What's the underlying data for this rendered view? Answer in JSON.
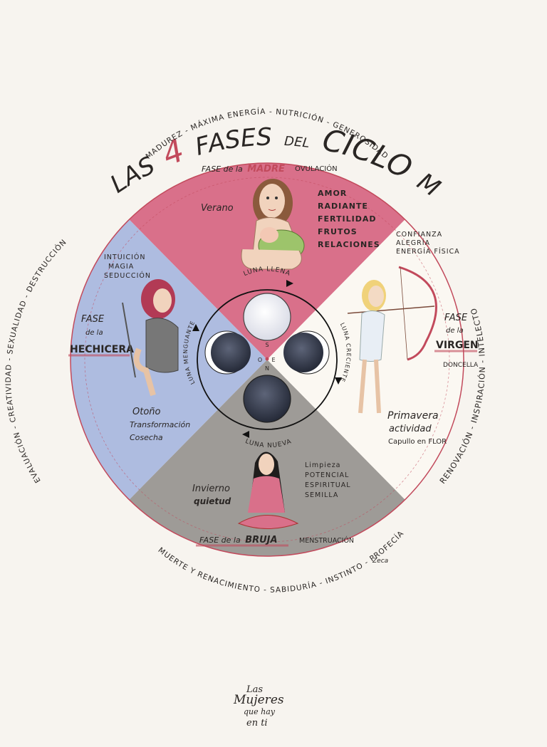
{
  "title": {
    "las": "LAS",
    "num": "4",
    "fases": "FASES",
    "del": "DEL",
    "ciclo": "CICLO",
    "menstrual": "MENSTRUAL"
  },
  "outer_ring": {
    "top": "MADUREZ - MÁXIMA ENERGÍA - NUTRICIÓN - GENEROSIDAD",
    "left": "EVALUACIÓN - CREATIVIDAD - SEXUALIDAD - DESTRUCCIÓN",
    "right": "RENOVACIÓN - INSPIRACIÓN - INTELECTO",
    "bottom": "MUERTE Y RENACIMIENTO - SABIDURÍA - INSTINTO - PROFECÍA"
  },
  "phases": {
    "madre": {
      "prefix": "FASE de la",
      "name": "MADRE",
      "event": "OVULACIÓN",
      "season": "Verano",
      "traits": [
        "AMOR",
        "RADIANTE",
        "FERTILIDAD",
        "FRUTOS",
        "RELACIONES"
      ],
      "color": "#d9708a"
    },
    "virgen": {
      "line1": "FASE",
      "line2": "de la",
      "name": "VIRGEN",
      "sub": "DONCELLA",
      "traits": [
        "CONFIANZA",
        "ALEGRÍA",
        "ENERGÍA FÍSICA"
      ],
      "season": "Primavera",
      "season_sub": "actividad",
      "season_sub2": "Capullo en FLOR",
      "color": "#fbf8f2"
    },
    "hechicera": {
      "line1": "FASE",
      "line2": "de la",
      "name": "HECHICERA",
      "traits": [
        "INTUICIÓN",
        "MAGIA",
        "SEDUCCIÓN"
      ],
      "season": "Otoño",
      "season_sub": "Transformación",
      "season_sub2": "Cosecha",
      "color": "#aebce0"
    },
    "bruja": {
      "prefix": "FASE de la",
      "name": "BRUJA",
      "event": "MENSTRUACIÓN",
      "season": "Invierno",
      "season_sub": "quietud",
      "traits": [
        "Limpieza",
        "POTENCIAL",
        "ESPIRITUAL",
        "SEMILLA"
      ],
      "color": "#9e9b97"
    }
  },
  "moons": {
    "llena": "LUNA LLENA",
    "nueva": "LUNA NUEVA",
    "creciente": "LUNA CRECIENTE",
    "menguante": "LUNA MENGUANTE",
    "center_letters": [
      "S",
      "E",
      "N",
      "O"
    ]
  },
  "signature": "Zeca",
  "logo": {
    "line1": "Las",
    "line2": "Mujeres",
    "line3": "que hay",
    "line4": "en ti",
    "color": "#9b1d3b"
  }
}
